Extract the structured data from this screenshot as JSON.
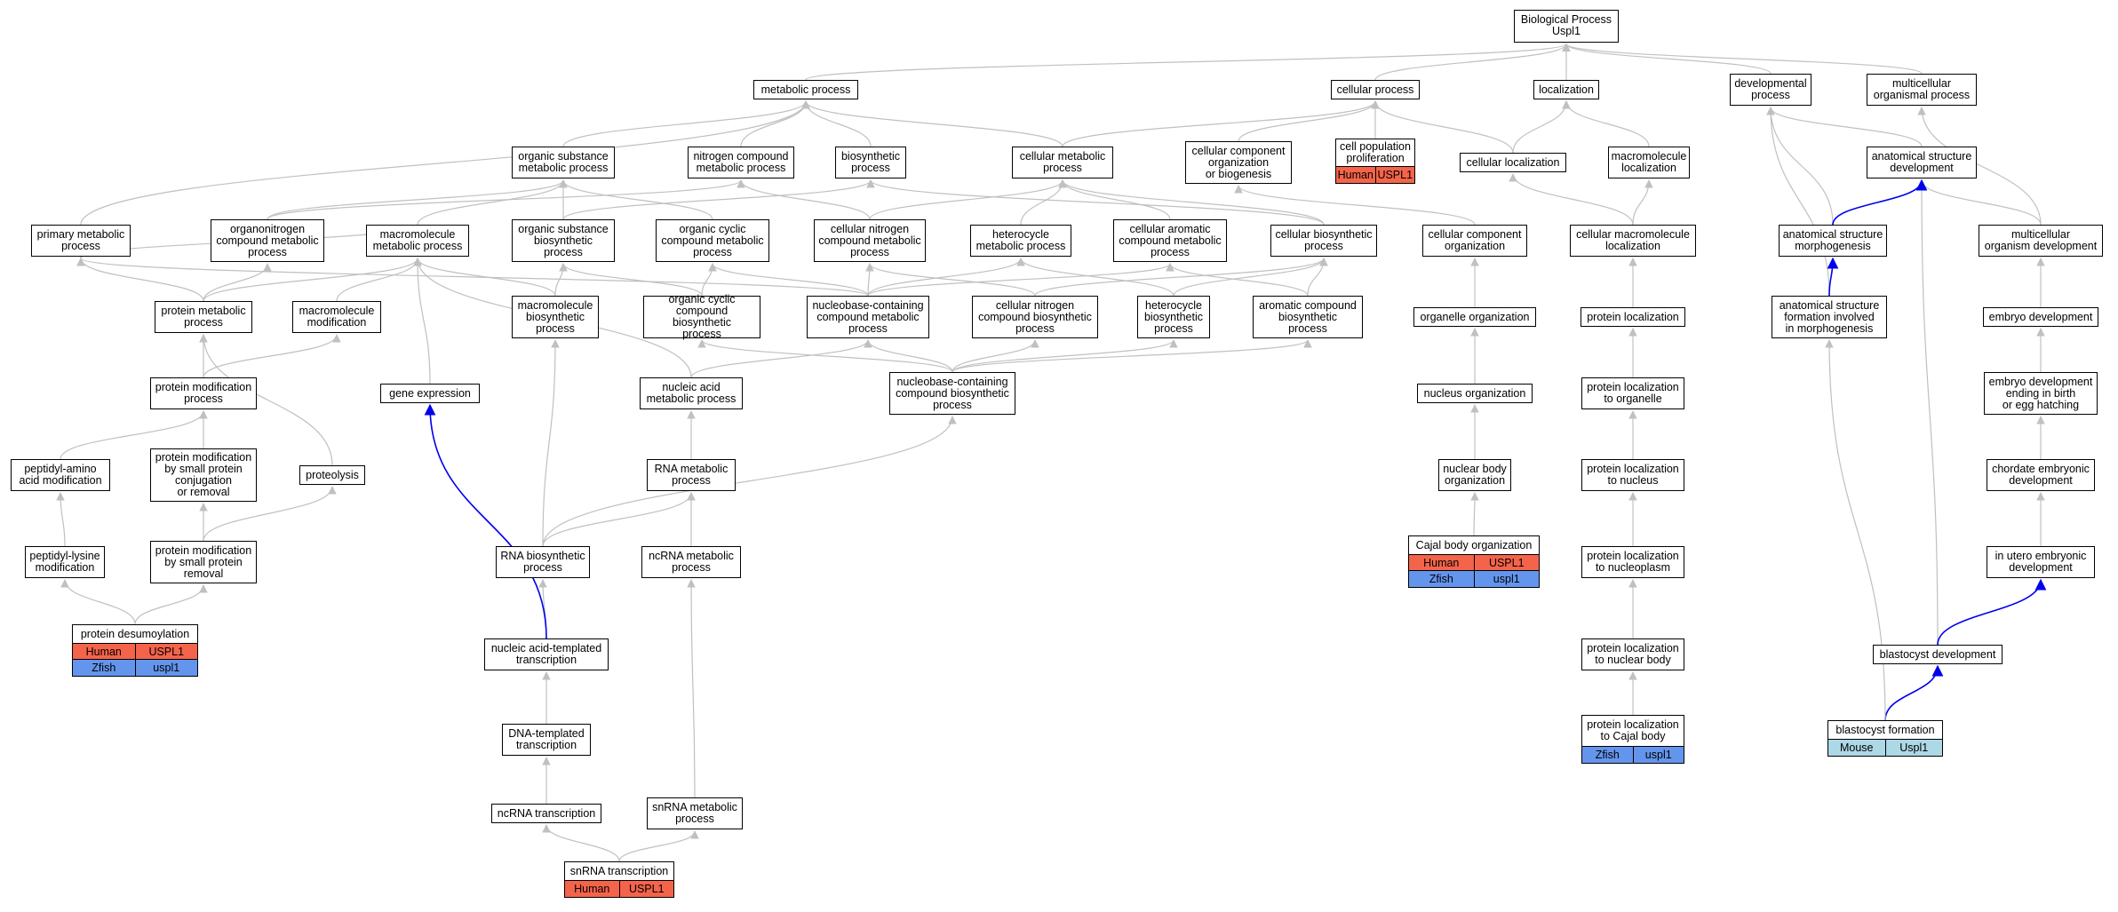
{
  "graph": {
    "title_node": "bp",
    "colors": {
      "edge": "#c0c0c0",
      "highlight_edge": "#0000ee",
      "human": "#f4644a",
      "zfish": "#6495ed",
      "mouse": "#add8e6"
    },
    "nodes": [
      {
        "id": "bp",
        "label": "Biological Process\nUspl1"
      },
      {
        "id": "metab",
        "label": "metabolic process"
      },
      {
        "id": "cellp",
        "label": "cellular process"
      },
      {
        "id": "loc",
        "label": "localization"
      },
      {
        "id": "devp",
        "label": "developmental\nprocess"
      },
      {
        "id": "multi",
        "label": "multicellular\norganismal process"
      },
      {
        "id": "orgsub",
        "label": "organic substance\nmetabolic process"
      },
      {
        "id": "nitro",
        "label": "nitrogen compound\nmetabolic process"
      },
      {
        "id": "biosyn",
        "label": "biosynthetic\nprocess"
      },
      {
        "id": "cellmet",
        "label": "cellular metabolic\nprocess"
      },
      {
        "id": "ccob",
        "label": "cellular component\norganization\nor biogenesis"
      },
      {
        "id": "cellprolif",
        "label": "cell population\nproliferation"
      },
      {
        "id": "cellloc",
        "label": "cellular localization"
      },
      {
        "id": "macroloc",
        "label": "macromolecule\nlocalization"
      },
      {
        "id": "asd",
        "label": "anatomical structure\ndevelopment"
      },
      {
        "id": "primary",
        "label": "primary metabolic\nprocess"
      },
      {
        "id": "orgnitro",
        "label": "organonitrogen\ncompound metabolic\nprocess"
      },
      {
        "id": "macromet",
        "label": "macromolecule\nmetabolic process"
      },
      {
        "id": "orgsubbio",
        "label": "organic substance\nbiosynthetic\nprocess"
      },
      {
        "id": "orgcyc",
        "label": "organic cyclic\ncompound metabolic\nprocess"
      },
      {
        "id": "cellnitro",
        "label": "cellular nitrogen\ncompound metabolic\nprocess"
      },
      {
        "id": "hetero",
        "label": "heterocycle\nmetabolic process"
      },
      {
        "id": "cellarom",
        "label": "cellular aromatic\ncompound metabolic\nprocess"
      },
      {
        "id": "cellbio",
        "label": "cellular biosynthetic\nprocess"
      },
      {
        "id": "ccorg",
        "label": "cellular component\norganization"
      },
      {
        "id": "cellmacroloc",
        "label": "cellular macromolecule\nlocalization"
      },
      {
        "id": "asm",
        "label": "anatomical structure\nmorphogenesis"
      },
      {
        "id": "mod",
        "label": "multicellular\norganism development"
      },
      {
        "id": "protmet",
        "label": "protein metabolic\nprocess"
      },
      {
        "id": "macromod",
        "label": "macromolecule\nmodification"
      },
      {
        "id": "macrobio",
        "label": "macromolecule\nbiosynthetic\nprocess"
      },
      {
        "id": "orgcycbio",
        "label": "organic cyclic\ncompound biosynthetic\nprocess"
      },
      {
        "id": "nbcm",
        "label": "nucleobase-containing\ncompound metabolic\nprocess"
      },
      {
        "id": "cellnitrobio",
        "label": "cellular nitrogen\ncompound biosynthetic\nprocess"
      },
      {
        "id": "heterobio",
        "label": "heterocycle\nbiosynthetic\nprocess"
      },
      {
        "id": "arombio",
        "label": "aromatic compound\nbiosynthetic\nprocess"
      },
      {
        "id": "orgorg",
        "label": "organelle organization"
      },
      {
        "id": "protloc",
        "label": "protein localization"
      },
      {
        "id": "asfm",
        "label": "anatomical structure\nformation involved\nin morphogenesis"
      },
      {
        "id": "embdev",
        "label": "embryo development"
      },
      {
        "id": "protmod",
        "label": "protein modification\nprocess"
      },
      {
        "id": "geneexp",
        "label": "gene expression"
      },
      {
        "id": "nucmet",
        "label": "nucleic acid\nmetabolic process"
      },
      {
        "id": "nbcb",
        "label": "nucleobase-containing\ncompound biosynthetic\nprocess"
      },
      {
        "id": "nucorg",
        "label": "nucleus organization"
      },
      {
        "id": "protlocorg",
        "label": "protein localization\nto organelle"
      },
      {
        "id": "embbirth",
        "label": "embryo development\nending in birth\nor egg hatching"
      },
      {
        "id": "peptaa",
        "label": "peptidyl-amino\nacid modification"
      },
      {
        "id": "protmodconj",
        "label": "protein modification\nby small protein\nconjugation\nor removal"
      },
      {
        "id": "proteolysis",
        "label": "proteolysis"
      },
      {
        "id": "rnamet",
        "label": "RNA metabolic\nprocess"
      },
      {
        "id": "nucbody",
        "label": "nuclear body\norganization"
      },
      {
        "id": "protlocnuc",
        "label": "protein localization\nto nucleus"
      },
      {
        "id": "chordate",
        "label": "chordate embryonic\ndevelopment"
      },
      {
        "id": "peptlys",
        "label": "peptidyl-lysine\nmodification"
      },
      {
        "id": "protmodrem",
        "label": "protein modification\nby small protein\nremoval"
      },
      {
        "id": "rnabio",
        "label": "RNA biosynthetic\nprocess"
      },
      {
        "id": "ncrnamet",
        "label": "ncRNA metabolic\nprocess"
      },
      {
        "id": "cajalorg",
        "label": "Cajal body organization"
      },
      {
        "id": "protlocnp",
        "label": "protein localization\nto nucleoplasm"
      },
      {
        "id": "inutero",
        "label": "in utero embryonic\ndevelopment"
      },
      {
        "id": "desumo",
        "label": "protein desumoylation"
      },
      {
        "id": "natempl",
        "label": "nucleic acid-templated\ntranscription"
      },
      {
        "id": "blastdev",
        "label": "blastocyst development"
      },
      {
        "id": "protlocnb",
        "label": "protein localization\nto nuclear body"
      },
      {
        "id": "dnatempl",
        "label": "DNA-templated\ntranscription"
      },
      {
        "id": "protloccajal",
        "label": "protein localization\nto Cajal body"
      },
      {
        "id": "blastform",
        "label": "blastocyst formation"
      },
      {
        "id": "ncrnatrans",
        "label": "ncRNA transcription"
      },
      {
        "id": "snrnamet",
        "label": "snRNA metabolic\nprocess"
      },
      {
        "id": "snrnatrans",
        "label": "snRNA transcription"
      }
    ],
    "annotations": [
      {
        "node": "cellprolif",
        "rows": [
          {
            "species": "Human",
            "gene": "USPL1"
          }
        ]
      },
      {
        "node": "desumo",
        "rows": [
          {
            "species": "Human",
            "gene": "USPL1"
          },
          {
            "species": "Zfish",
            "gene": "uspl1"
          }
        ]
      },
      {
        "node": "cajalorg",
        "rows": [
          {
            "species": "Human",
            "gene": "USPL1"
          },
          {
            "species": "Zfish",
            "gene": "uspl1"
          }
        ]
      },
      {
        "node": "protloccajal",
        "rows": [
          {
            "species": "Zfish",
            "gene": "uspl1"
          }
        ]
      },
      {
        "node": "blastform",
        "rows": [
          {
            "species": "Mouse",
            "gene": "Uspl1"
          }
        ]
      },
      {
        "node": "snrnatrans",
        "rows": [
          {
            "species": "Human",
            "gene": "USPL1"
          }
        ]
      }
    ]
  }
}
